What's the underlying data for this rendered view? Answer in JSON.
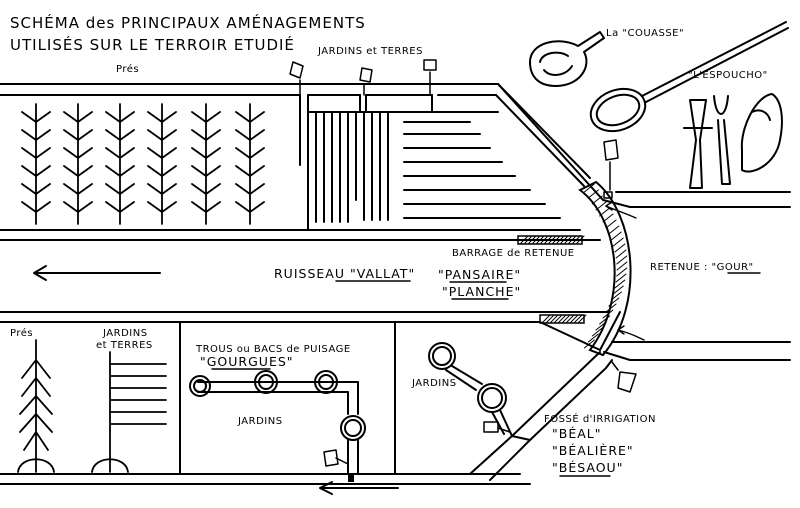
{
  "title_line1": "SCHÉMA des PRINCIPAUX AMÉNAGEMENTS",
  "title_line2": "UTILISÉS SUR LE TERROIR ETUDIÉ",
  "labels": {
    "pres_top": "Prés",
    "jardins_terres_top": "JARDINS et TERRES",
    "couasse": "La \"COUASSE\"",
    "espoucho": "\"L'ESPOUCHO\"",
    "ruisseau": "RUISSEAU \"VALLAT\"",
    "barrage_line1": "BARRAGE de RETENUE",
    "barrage_line2": "\"PANSAIRE\"",
    "barrage_line3": "\"PLANCHE\"",
    "retenue": "RETENUE : \"GOUR\"",
    "pres_bottom": "Prés",
    "jardins_bottom_line1": "JARDINS",
    "jardins_bottom_line2": "et TERRES",
    "trous_line1": "TROUS ou BACS de PUISAGE",
    "trous_line2": "\"GOURGUES\"",
    "jardins_mid": "JARDINS",
    "jardins_right": "JARDINS",
    "fosse_line1": "FOSSÉ d'IRRIGATION",
    "beal": "\"BÉAL\"",
    "bealiere": "\"BÉALIÈRE\"",
    "besaou": "\"BÉSAOU\""
  }
}
